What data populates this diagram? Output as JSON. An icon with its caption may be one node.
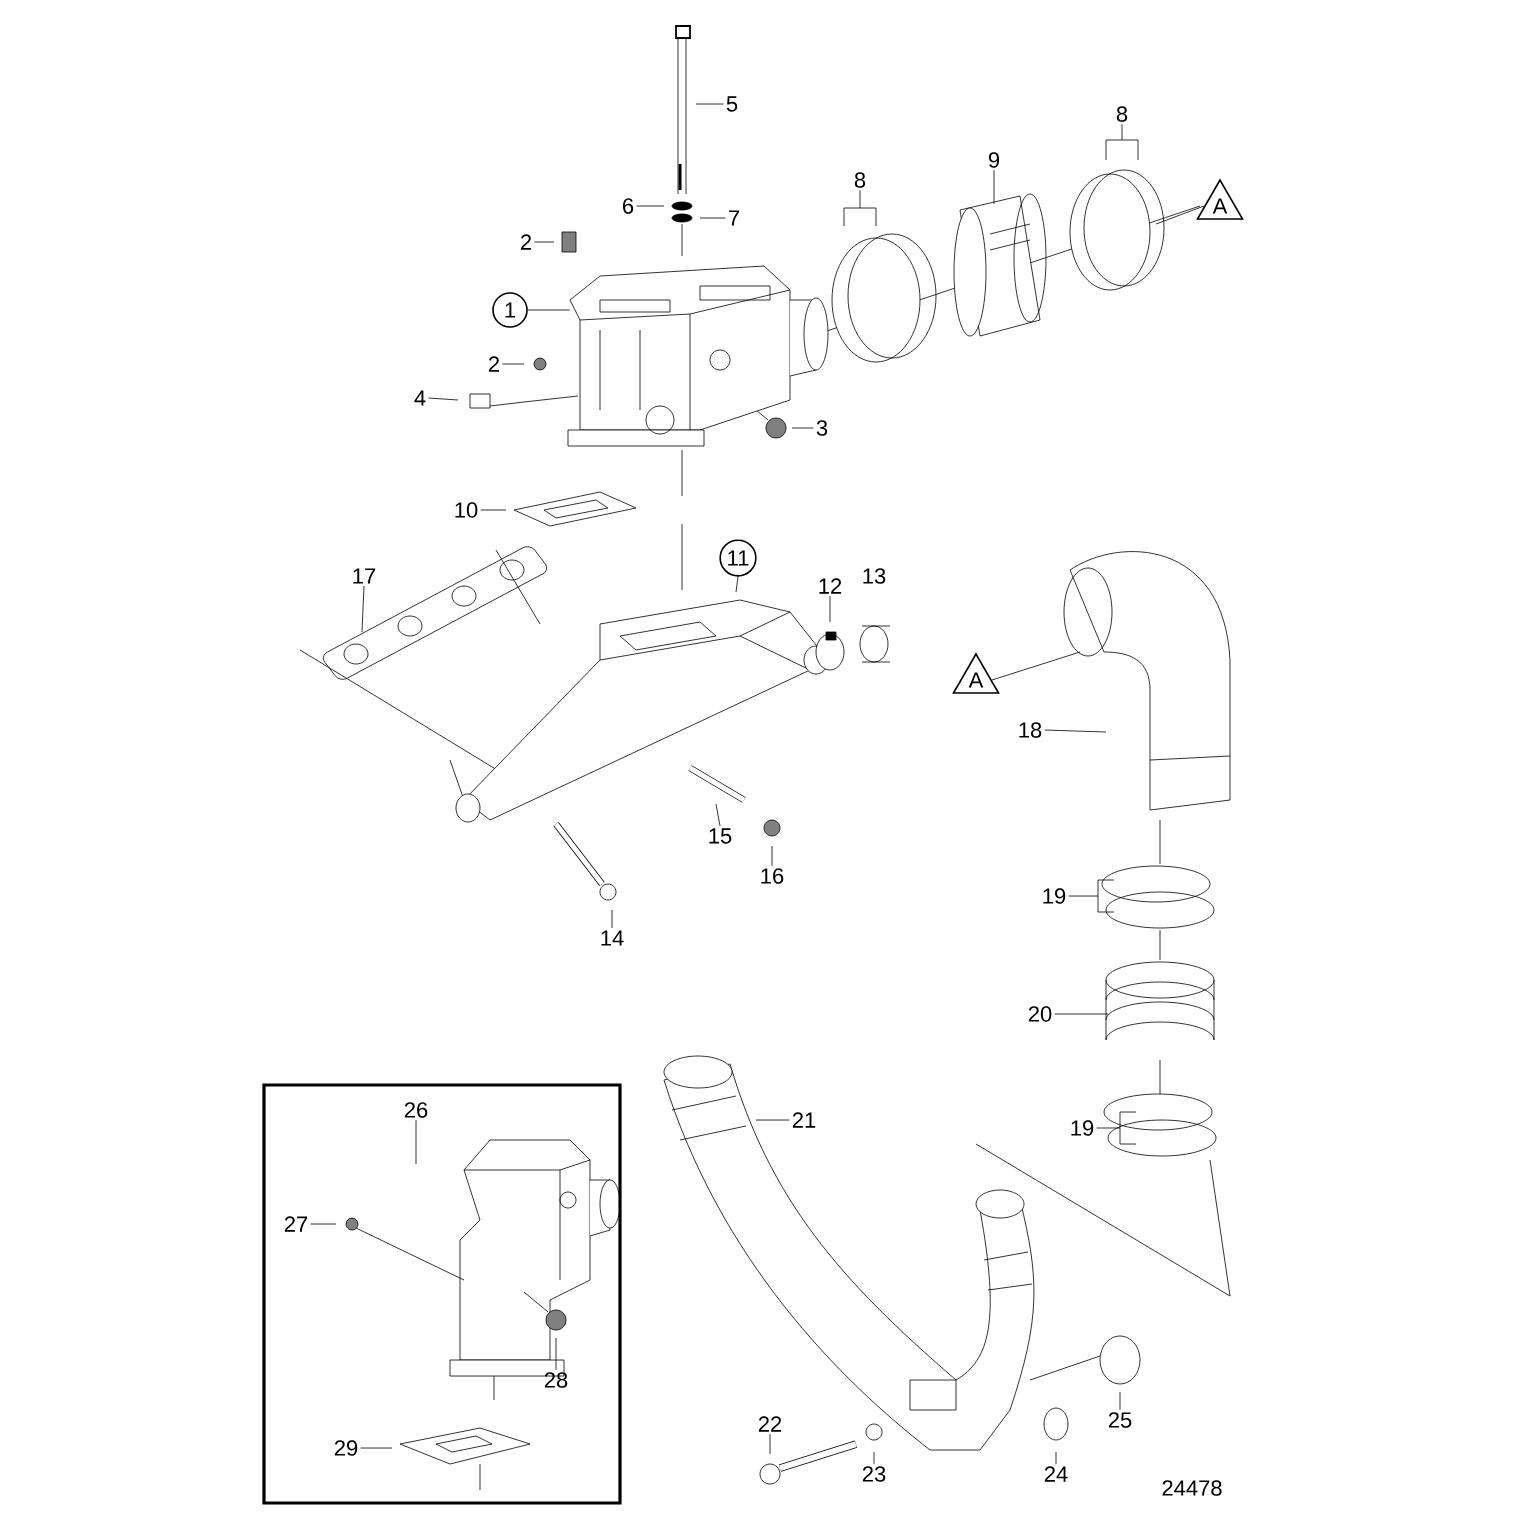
{
  "diagram": {
    "nodes": [
      {
        "text": [
          "5"
        ]
      },
      {
        "text": [
          "6"
        ]
      },
      {
        "text": [
          "7"
        ]
      },
      {
        "text": [
          "2"
        ]
      },
      {
        "text": [
          "1"
        ]
      },
      {
        "text": [
          "2"
        ]
      },
      {
        "text": [
          "4"
        ]
      },
      {
        "text": [
          "3"
        ]
      },
      {
        "text": [
          "8"
        ]
      },
      {
        "text": [
          "9"
        ]
      },
      {
        "text": [
          "8"
        ]
      },
      {
        "text": [
          "A"
        ]
      },
      {
        "text": [
          "10"
        ]
      },
      {
        "text": [
          "11"
        ]
      },
      {
        "text": [
          "17"
        ]
      },
      {
        "text": [
          "12"
        ]
      },
      {
        "text": [
          "A"
        ]
      },
      {
        "text": [
          "18"
        ]
      },
      {
        "text": [
          "15"
        ]
      },
      {
        "text": [
          "16"
        ]
      },
      {
        "text": [
          "14"
        ]
      },
      {
        "text": [
          "19"
        ]
      },
      {
        "text": [
          "20"
        ]
      },
      {
        "text": [
          "21"
        ]
      },
      {
        "text": [
          "19"
        ]
      },
      {
        "text": [],
        "shape": "box"
      },
      {
        "text": [
          "26"
        ],
        "in": 25
      },
      {
        "text": [
          "27"
        ],
        "in": 25
      },
      {
        "text": [
          "28"
        ],
        "in": 25
      },
      {
        "text": [
          "29"
        ],
        "in": 25
      },
      {
        "text": [
          "22"
        ]
      },
      {
        "text": [
          "23"
        ]
      },
      {
        "text": [
          "24"
        ]
      },
      {
        "text": [
          "25"
        ]
      },
      {
        "text": [],
        "shape": "picture"
      }
    ],
    "edges": [
      {
        "from": 0,
        "to": null,
        "arrow": "none"
      },
      {
        "from": 1,
        "to": null,
        "arrow": "none"
      },
      {
        "from": 2,
        "to": null,
        "arrow": "none"
      },
      {
        "from": 3,
        "to": null,
        "arrow": "none"
      },
      {
        "from": 4,
        "to": 34,
        "arrow": "none"
      },
      {
        "from": 5,
        "to": null,
        "arrow": "none"
      },
      {
        "from": 6,
        "to": null,
        "arrow": "none"
      },
      {
        "from": 7,
        "to": null,
        "arrow": "none"
      },
      {
        "from": 8,
        "to": null,
        "arrow": "none"
      },
      {
        "from": 9,
        "to": null,
        "arrow": "none"
      },
      {
        "from": 10,
        "to": null,
        "arrow": "none"
      },
      {
        "from": 11,
        "to": null,
        "arrow": "none"
      },
      {
        "from": 12,
        "to": null,
        "arrow": "none"
      },
      {
        "from": 13,
        "to": null,
        "arrow": "none"
      },
      {
        "from": 14,
        "to": null,
        "arrow": "none"
      },
      {
        "from": 15,
        "to": null,
        "arrow": "none"
      },
      {
        "from": 16,
        "to": null,
        "arrow": "none"
      },
      {
        "from": 17,
        "to": null,
        "arrow": "none"
      },
      {
        "from": 18,
        "to": null,
        "arrow": "none"
      },
      {
        "from": 19,
        "to": null,
        "arrow": "none"
      },
      {
        "from": 20,
        "to": null,
        "arrow": "none"
      },
      {
        "from": 21,
        "to": null,
        "arrow": "none"
      },
      {
        "from": 22,
        "to": null,
        "arrow": "none"
      },
      {
        "from": 23,
        "to": null,
        "arrow": "none"
      },
      {
        "from": 24,
        "to": null,
        "arrow": "none"
      },
      {
        "from": 26,
        "to": null,
        "arrow": "none"
      },
      {
        "from": 27,
        "to": null,
        "arrow": "none"
      },
      {
        "from": 28,
        "to": null,
        "arrow": "none"
      },
      {
        "from": 29,
        "to": null,
        "arrow": "none"
      },
      {
        "from": 30,
        "to": null,
        "arrow": "none"
      },
      {
        "from": 31,
        "to": null,
        "arrow": "none"
      },
      {
        "from": 32,
        "to": null,
        "arrow": "none"
      },
      {
        "from": 33,
        "to": null,
        "arrow": "none"
      }
    ],
    "labels": [
      "13",
      "24478"
    ]
  }
}
